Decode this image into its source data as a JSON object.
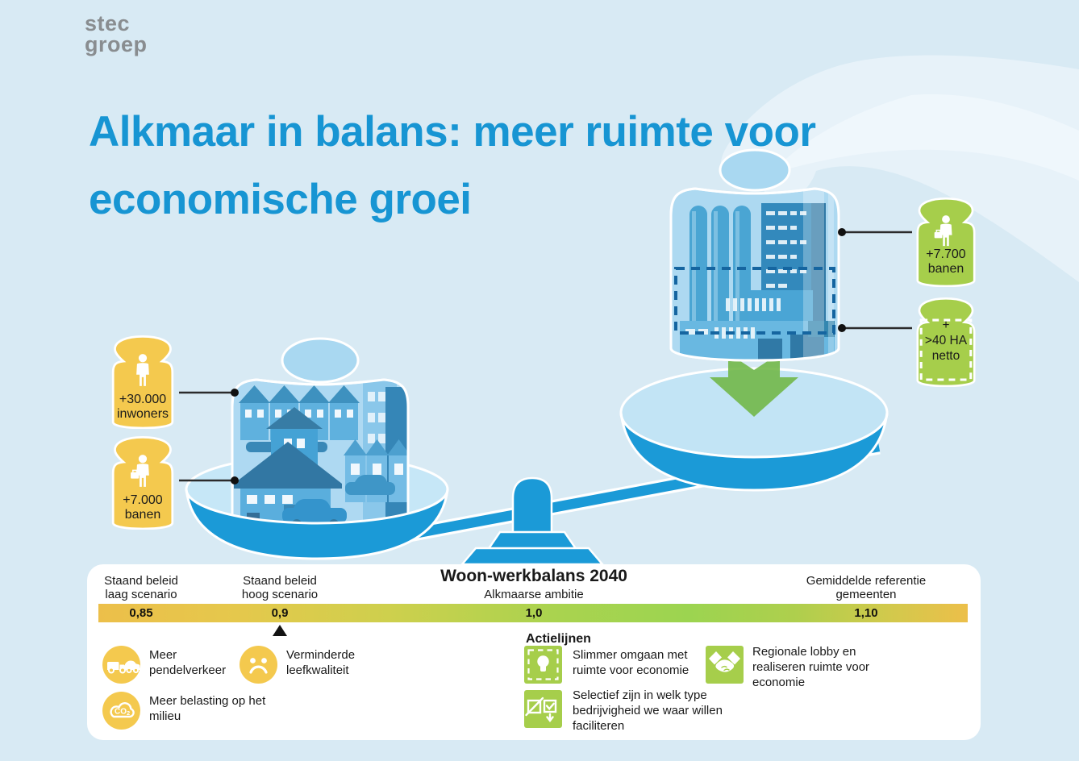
{
  "logo": {
    "line1": "stec",
    "line2": "groep"
  },
  "title": {
    "line1": "Alkmaar in balans: meer ruimte voor",
    "line2": "economische groei"
  },
  "colors": {
    "background": "#d8eaf4",
    "title_blue": "#1795d3",
    "scale_blue": "#1b9ad7",
    "jar_glass_blue": "#a9d8f1",
    "weight_yellow": "#f4c94e",
    "weight_green": "#a6ce4b",
    "panel_white": "#ffffff",
    "gradient_gold": "#ecbf4a",
    "gradient_green": "#9cd450",
    "arrow_green": "#6fb644",
    "logo_gray": "#898d90",
    "connector_black": "#2b2b2b"
  },
  "weights": {
    "left": [
      {
        "icon": "person-icon",
        "lines": [
          "+30.000",
          "inwoners"
        ]
      },
      {
        "icon": "worker-icon",
        "lines": [
          "+7.000",
          "banen"
        ]
      }
    ],
    "right": [
      {
        "icon": "worker-icon",
        "lines": [
          "+7.700",
          "banen"
        ]
      },
      {
        "icon": "dashed-area-icon",
        "lines": [
          "+",
          ">40 HA",
          "netto"
        ]
      }
    ]
  },
  "balance_panel": {
    "title": "Woon-werkbalans 2040",
    "scale": {
      "points": [
        {
          "label_lines": [
            "Staand beleid",
            "laag scenario"
          ],
          "value": "0,85",
          "pos_pct": 5
        },
        {
          "label_lines": [
            "Staand beleid",
            "hoog scenario"
          ],
          "value": "0,9",
          "pos_pct": 21,
          "marker": true
        },
        {
          "label_lines": [
            "Alkmaarse ambitie"
          ],
          "value": "1,0",
          "pos_pct": 50
        },
        {
          "label_lines": [
            "Gemiddelde referentie",
            "gemeenten"
          ],
          "value": "1,10",
          "pos_pct": 88
        }
      ]
    },
    "negatives": [
      {
        "icon": "commuter-traffic-icon",
        "text": "Meer pendelverkeer"
      },
      {
        "icon": "sad-face-icon",
        "text": "Verminderde leefkwaliteit"
      },
      {
        "icon": "co2-cloud-icon",
        "text": "Meer belasting op het milieu"
      }
    ],
    "actions_title": "Actielijnen",
    "actions": [
      {
        "icon": "lightbulb-icon",
        "text": "Slimmer omgaan met ruimte voor economie"
      },
      {
        "icon": "selective-choice-icon",
        "text": "Selectief zijn in welk type bedrijvigheid we waar willen faciliteren"
      },
      {
        "icon": "handshake-icon",
        "text": "Regionale lobby en realiseren ruimte voor economie"
      }
    ]
  }
}
